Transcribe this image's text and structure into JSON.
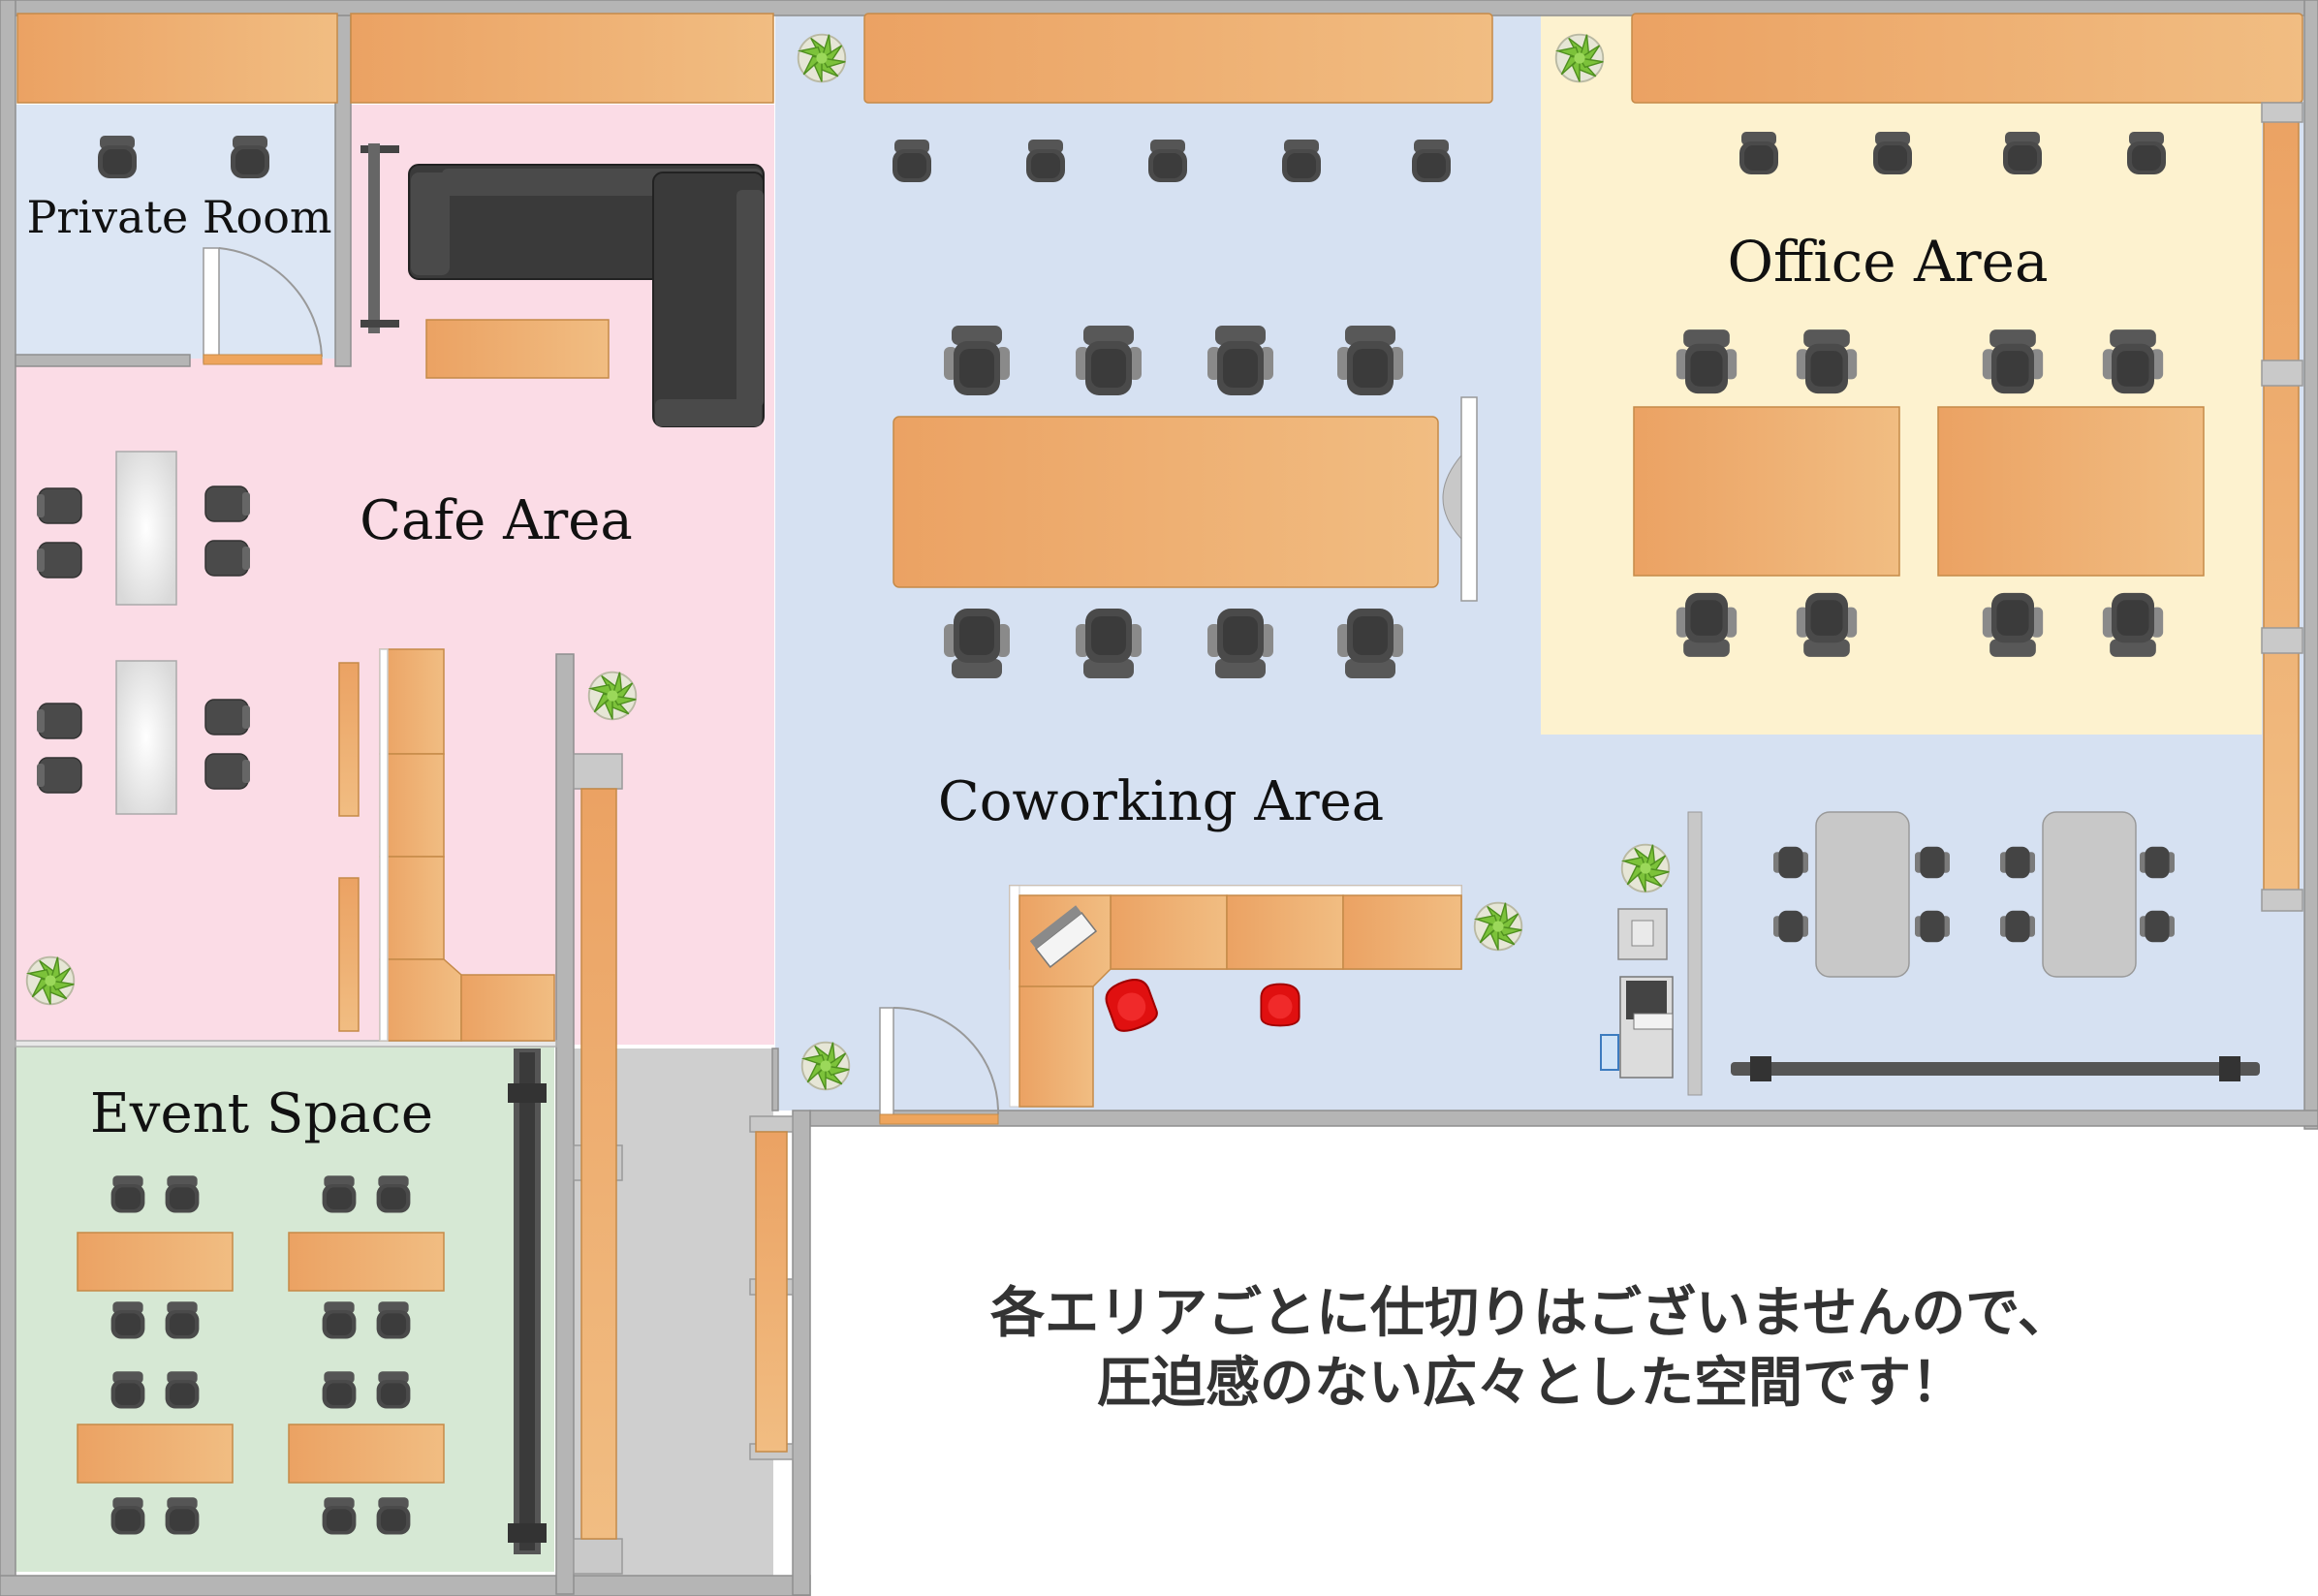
{
  "areas": {
    "private_room": "Private Room",
    "cafe": "Cafe Area",
    "coworking": "Coworking Area",
    "office": "Office Area",
    "event": "Event Space"
  },
  "caption": {
    "line1": "各エリアごとに仕切りはございませんので、",
    "line2": "圧迫感のない広々とした空間です！"
  },
  "colors": {
    "private_room": "#dce6f4",
    "cafe": "#fbdce6",
    "coworking": "#d6e1f2",
    "office": "#fdf2cf",
    "event": "#d6e8d4",
    "wood": "#eeaa66",
    "wall": "#b8b8b8",
    "chair": "#4a4a4a",
    "sofa": "#3a3a3a",
    "red_chair": "#e01010",
    "plant": "#7cc23a"
  }
}
